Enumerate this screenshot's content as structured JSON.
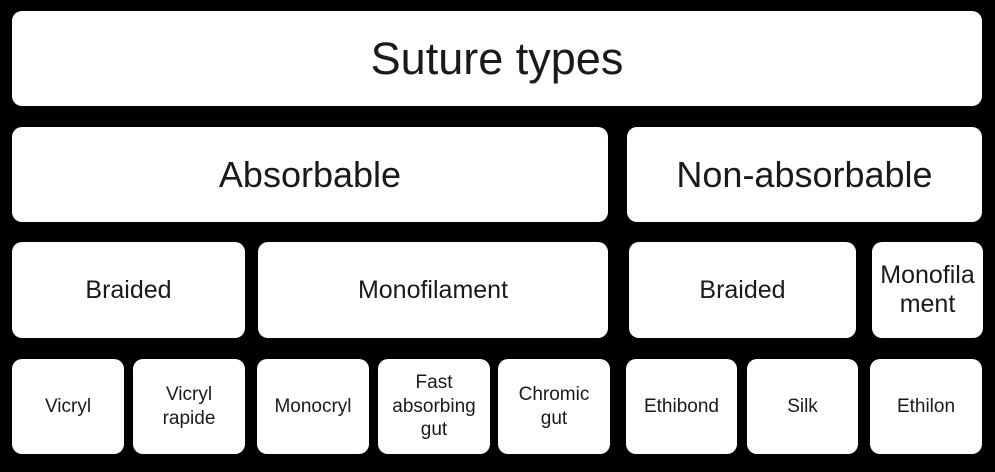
{
  "diagram": {
    "title": "Suture types",
    "colors": {
      "background": "#000000",
      "node_background": "#ffffff",
      "node_text": "#1a1a1a"
    },
    "tree": {
      "label": "Suture types",
      "children": [
        {
          "label": "Absorbable",
          "children": [
            {
              "label": "Braided",
              "children": [
                {
                  "label": "Vicryl"
                },
                {
                  "label": "Vicryl rapide"
                }
              ]
            },
            {
              "label": "Monofilament",
              "children": [
                {
                  "label": "Monocryl"
                },
                {
                  "label": "Fast absorbing gut"
                },
                {
                  "label": "Chromic gut"
                }
              ]
            }
          ]
        },
        {
          "label": "Non-absorbable",
          "children": [
            {
              "label": "Braided",
              "children": [
                {
                  "label": "Ethibond"
                },
                {
                  "label": "Silk"
                }
              ]
            },
            {
              "label": "Monofilament",
              "children": [
                {
                  "label": "Ethilon"
                }
              ]
            }
          ]
        }
      ]
    }
  }
}
